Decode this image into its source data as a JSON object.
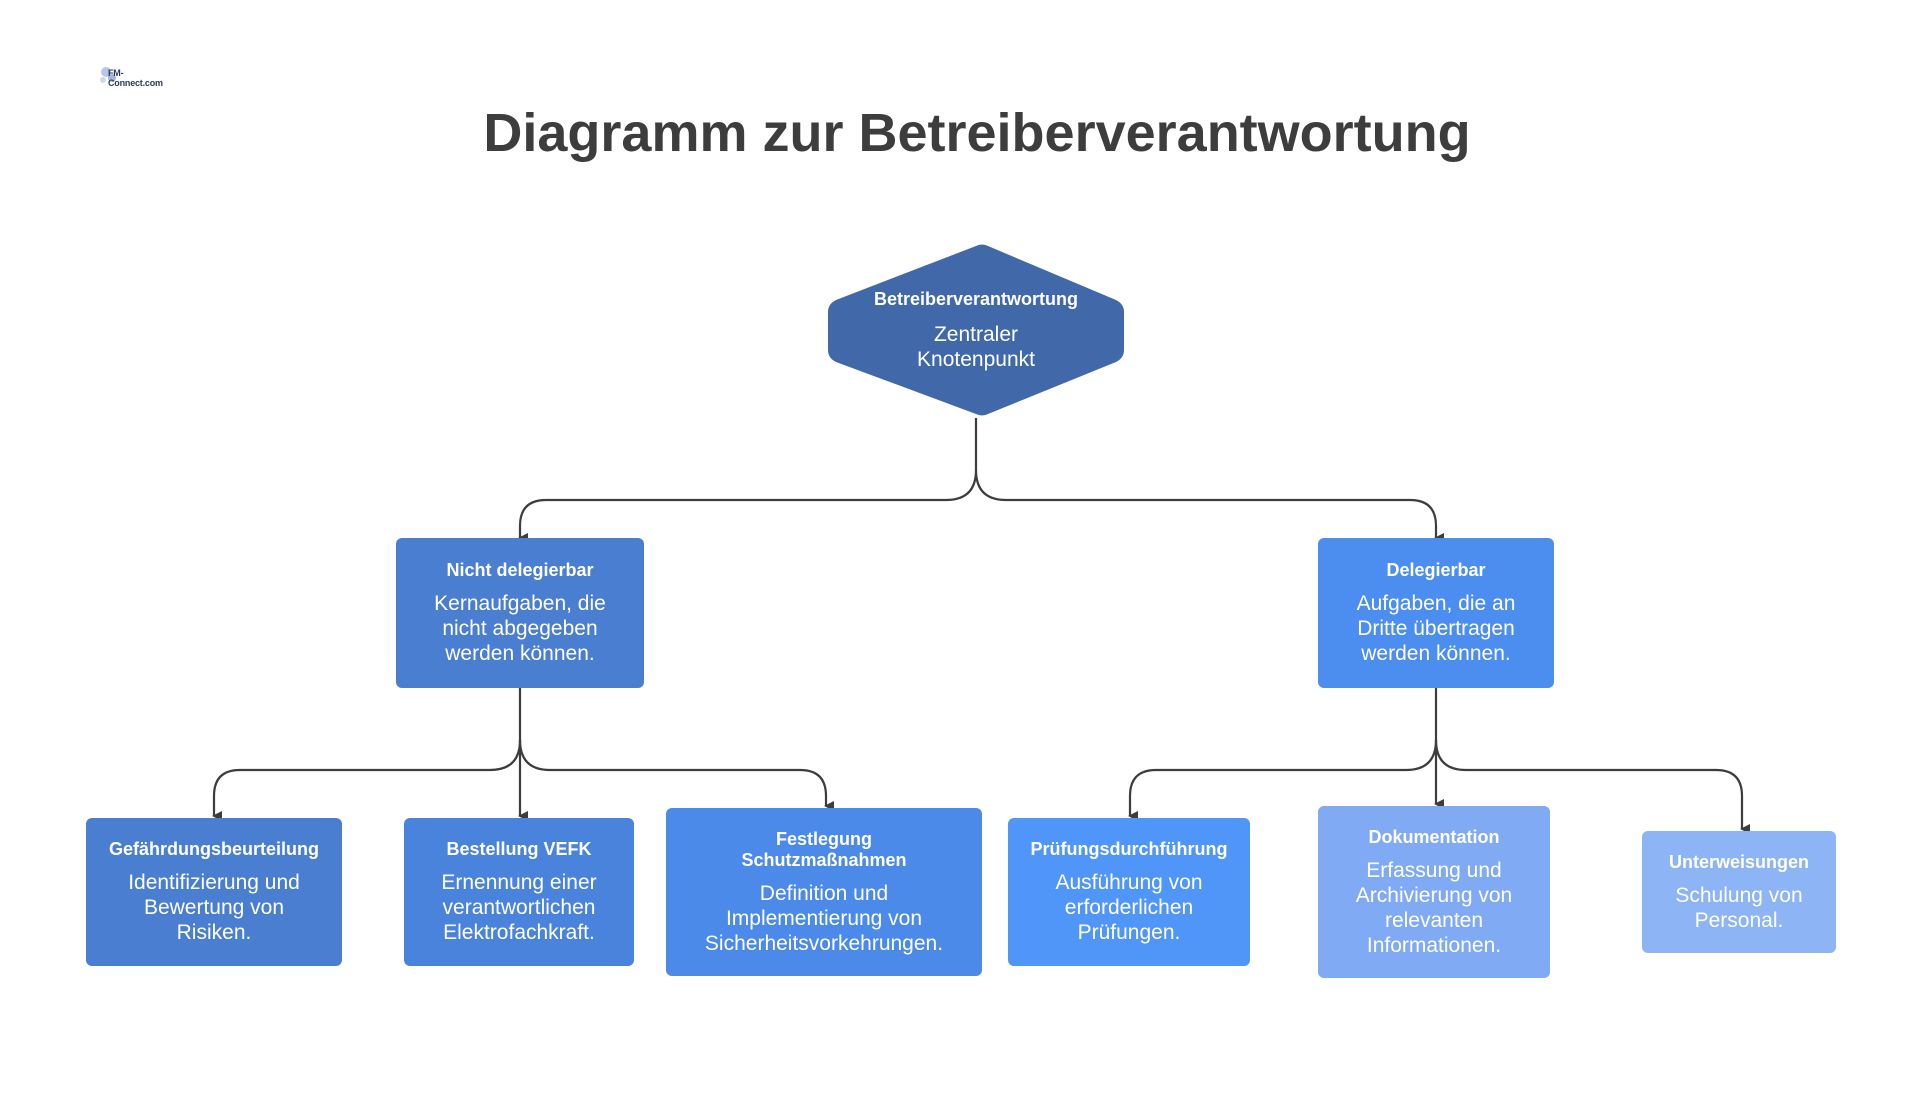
{
  "logo": {
    "text": "FM-Connect.com"
  },
  "title": "Diagramm zur Betreiberverantwortung",
  "colors": {
    "root": "#4169aa",
    "level1_left": "#4a7ed0",
    "level1_right": "#4c8ef0",
    "leaf_1": "#4a7ed0",
    "leaf_2": "#4a83dc",
    "leaf_3": "#4b8ae8",
    "leaf_4": "#5095f8",
    "leaf_5": "#80abf4",
    "leaf_6": "#8db4f5",
    "connector": "#3d3d3d"
  },
  "root": {
    "title": "Betreiberverantwortung",
    "description": "Zentraler\nKnotenpunkt"
  },
  "left": {
    "title": "Nicht delegierbar",
    "description": "Kernaufgaben, die\nnicht abgegeben\nwerden können."
  },
  "right": {
    "title": "Delegierbar",
    "description": "Aufgaben, die an\nDritte übertragen\nwerden können."
  },
  "leaves": [
    {
      "title": "Gefährdungsbeurteilung",
      "description": "Identifizierung und\nBewertung von\nRisiken."
    },
    {
      "title": "Bestellung VEFK",
      "description": "Ernennung einer\nverantwortlichen\nElektrofachkraft."
    },
    {
      "title": "Festlegung\nSchutzmaßnahmen",
      "description": "Definition und\nImplementierung von\nSicherheitsvorkehrungen."
    },
    {
      "title": "Prüfungsdurchführung",
      "description": "Ausführung von\nerforderlichen\nPrüfungen."
    },
    {
      "title": "Dokumentation",
      "description": "Erfassung und\nArchivierung von\nrelevanten\nInformationen."
    },
    {
      "title": "Unterweisungen",
      "description": "Schulung von\nPersonal."
    }
  ]
}
